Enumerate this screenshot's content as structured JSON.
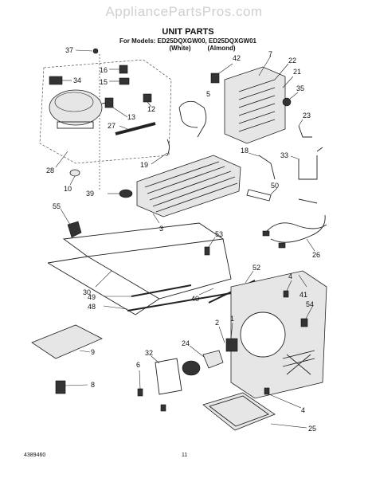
{
  "watermark": "AppliancePartsPros.com",
  "title": "UNIT PARTS",
  "models_line": "For Models: ED25DQXGW00, ED25DQXGW01",
  "color_white": "(White)",
  "color_almond": "(Almond)",
  "doc_number": "4389460",
  "page_number": "11",
  "callouts": [
    "37",
    "42",
    "7",
    "22",
    "21",
    "34",
    "16",
    "15",
    "5",
    "35",
    "12",
    "13",
    "27",
    "23",
    "33",
    "18",
    "19",
    "28",
    "10",
    "39",
    "50",
    "3",
    "55",
    "53",
    "26",
    "30",
    "52",
    "4",
    "41",
    "54",
    "49",
    "40",
    "48",
    "2",
    "1",
    "24",
    "32",
    "6",
    "9",
    "8",
    "25"
  ]
}
